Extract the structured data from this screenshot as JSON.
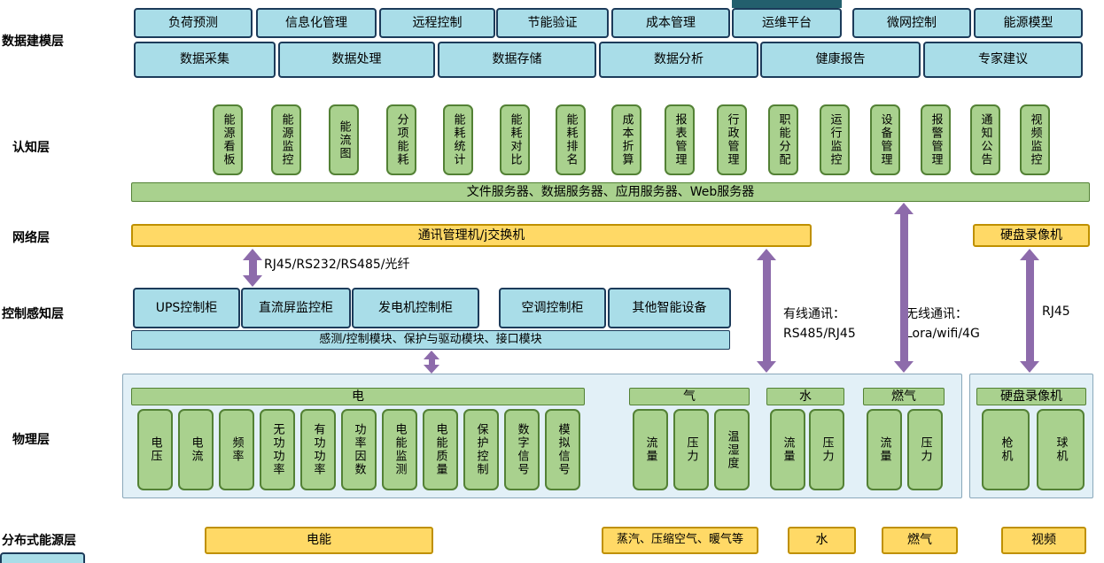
{
  "layers": {
    "l1": "数据建模层",
    "l2": "认知层",
    "l3": "网络层",
    "l4": "控制感知层",
    "l5": "物理层",
    "l6": "分布式能源层"
  },
  "modeling": {
    "row1": [
      "负荷预测",
      "信息化管理",
      "远程控制",
      "节能验证",
      "成本管理",
      "运维平台",
      "微网控制",
      "能源模型"
    ],
    "row2": [
      "数据采集",
      "数据处理",
      "数据存储",
      "数据分析",
      "健康报告",
      "专家建议"
    ]
  },
  "cognition": {
    "items": [
      "能源看板",
      "能源监控",
      "能流图",
      "分项能耗",
      "能耗统计",
      "能耗对比",
      "能耗排名",
      "成本折算",
      "报表管理",
      "行政管理",
      "职能分配",
      "运行监控",
      "设备管理",
      "报警管理",
      "通知公告",
      "视频监控"
    ],
    "servers": "文件服务器、数据服务器、应用服务器、Web服务器"
  },
  "network": {
    "gateway": "通讯管理机/j交换机",
    "dvr": "硬盘录像机"
  },
  "connections": {
    "fiber": "RJ45/RS232/RS485/光纤",
    "wired": "有线通讯：\nRS485/RJ45",
    "wireless": "无线通讯：\nLora/wifi/4G",
    "rj45": "RJ45"
  },
  "control": {
    "cabinets": [
      "UPS控制柜",
      "直流屏监控柜",
      "发电机控制柜",
      "空调控制柜",
      "其他智能设备"
    ],
    "modules": "感测/控制模块、保护与驱动模块、接口模块"
  },
  "physical": {
    "electric": {
      "header": "电",
      "items": [
        "电压",
        "电流",
        "频率",
        "无功功率",
        "有功功率",
        "功率因数",
        "电能监测",
        "电能质量",
        "保护控制",
        "数字信号",
        "模拟信号"
      ]
    },
    "gas": {
      "header": "气",
      "items": [
        "流量",
        "压力",
        "温湿度"
      ]
    },
    "water": {
      "header": "水",
      "items": [
        "流量",
        "压力"
      ]
    },
    "fuelgas": {
      "header": "燃气",
      "items": [
        "流量",
        "压力"
      ]
    },
    "dvr": {
      "header": "硬盘录像机",
      "items": [
        "枪机",
        "球机"
      ]
    }
  },
  "distributed": [
    "电能",
    "蒸汽、压缩空气、暖气等",
    "水",
    "燃气",
    "视频"
  ],
  "colors": {
    "cyan_fill": "#a9dde8",
    "green_fill": "#a9d18e",
    "green_border": "#538135",
    "yellow_fill": "#ffd966",
    "purple_arrow": "#8d6bab",
    "panel_fill": "#e2f0f7"
  }
}
